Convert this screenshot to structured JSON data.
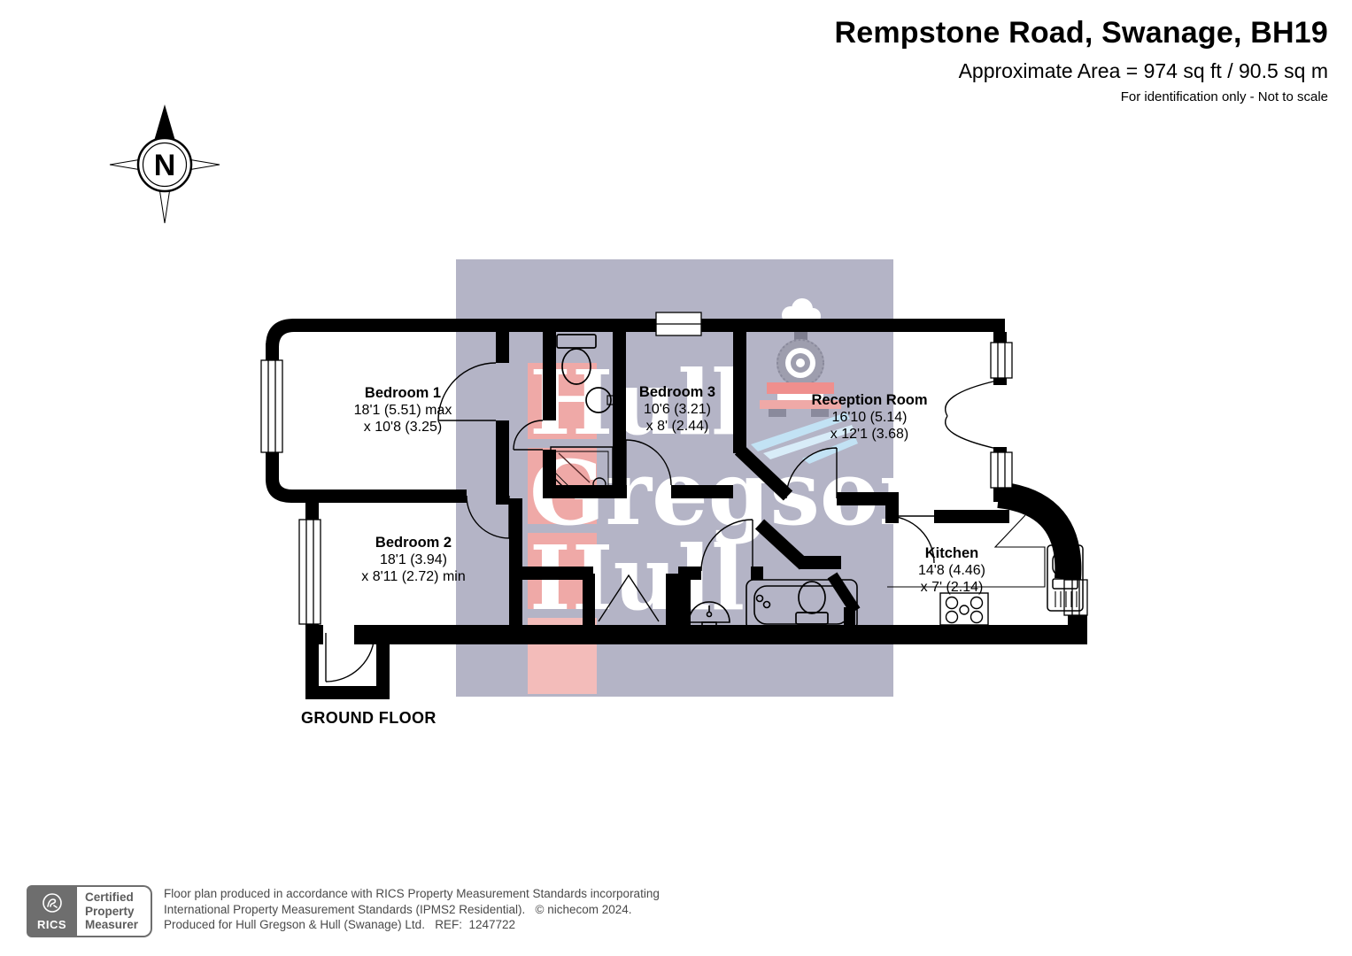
{
  "header": {
    "title": "Rempstone Road, Swanage, BH19",
    "area_line": "Approximate Area = 974 sq ft / 90.5 sq m",
    "note": "For identification only - Not to scale"
  },
  "compass": {
    "label": "N"
  },
  "floor_label": "GROUND FLOOR",
  "rooms": [
    {
      "name": "Bedroom 1",
      "dim1": "18'1 (5.51) max",
      "dim2": "x 10'8 (3.25)"
    },
    {
      "name": "Bedroom 2",
      "dim1": "18'1 (3.94)",
      "dim2": "x 8'11 (2.72) min"
    },
    {
      "name": "Bedroom 3",
      "dim1": "10'6 (3.21)",
      "dim2": "x 8' (2.44)"
    },
    {
      "name": "Reception Room",
      "dim1": "16'10 (5.14)",
      "dim2": "x 12'1 (3.68)"
    },
    {
      "name": "Kitchen",
      "dim1": "14'8 (4.46)",
      "dim2": "x 7' (2.14)"
    }
  ],
  "watermark": {
    "line1": "Hull",
    "line2": "Gregson",
    "line3": "Hull"
  },
  "footer": {
    "rics_label": "RICS",
    "cert_lines": [
      "Certified",
      "Property",
      "Measurer"
    ],
    "lines": [
      "Floor plan produced in accordance with RICS Property Measurement Standards incorporating",
      "International Property Measurement Standards (IPMS2 Residential).   © nichecom 2024.",
      "Produced for Hull Gregson & Hull (Swanage) Ltd.   REF:  1247722"
    ]
  },
  "colors": {
    "overlay": "#b4b4c6",
    "accent_pink": "#efa9a7",
    "rail_blue": "#c2e2f4",
    "wall": "#000000",
    "footer_gray": "#6e6e6e"
  }
}
